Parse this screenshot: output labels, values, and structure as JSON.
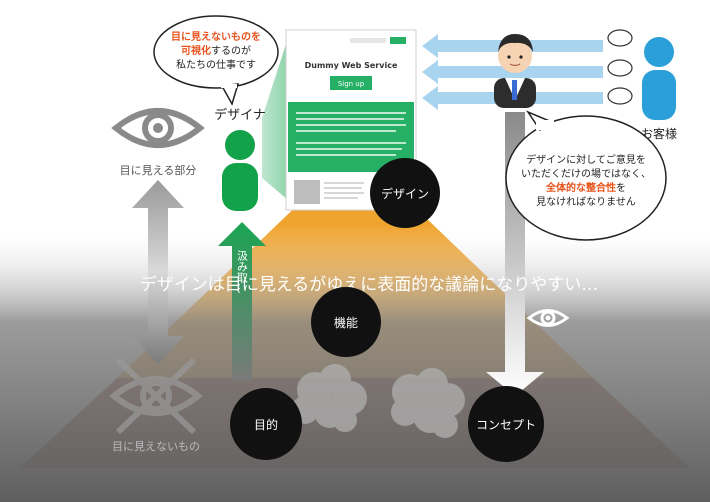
{
  "bubble_left": {
    "line1": "目に見えないものを",
    "line2_emph": "可視化",
    "line2_rest": "するのが",
    "line3": "私たちの仕事です"
  },
  "designer_label": "デザイナ",
  "customer_label": "お客様",
  "visible_label": "目に見える部分",
  "invisible_label": "目に見えないもの",
  "vertical_label": "汲み取…",
  "mockup": {
    "title": "Dummy Web Service",
    "button": "Sign up",
    "header_btn": "—"
  },
  "bubble_right": {
    "line1": "デザインに対してご意見を",
    "line2": "いただくだけの場ではなく、",
    "line3_emph": "全体的な整合性",
    "line3_rest": "を",
    "line4": "見なければなりません"
  },
  "headline": "デザインは目に見えるがゆえに表面的な議論になりやすい…",
  "circles": {
    "design": "デザイン",
    "function": "機能",
    "purpose": "目的",
    "concept": "コンセプト"
  },
  "colors": {
    "accent_orange": "#e8531b",
    "designer_green": "#12a24a",
    "customer_blue": "#2b9fd9",
    "pyramid_top": "#f0a430",
    "pyramid_bottom": "#8c3012",
    "band_gray": "#6a6a6a",
    "arrow_light_blue": "#a9d4ef"
  }
}
